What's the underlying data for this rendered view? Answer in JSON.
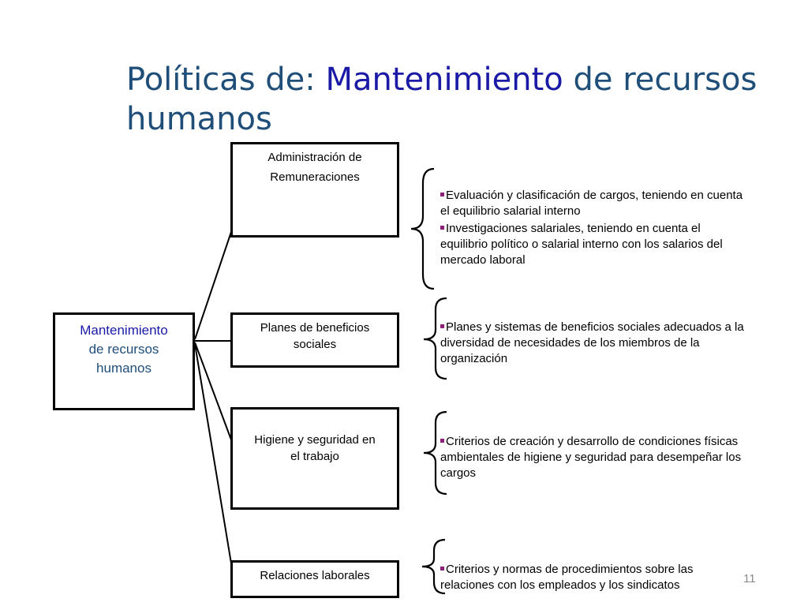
{
  "slide": {
    "title_part1": "Políticas de: ",
    "title_accent": "Mantenimiento",
    "title_part2": " de recursos humanos",
    "page_number": "11"
  },
  "diagram": {
    "root": {
      "line1": "Mantenimiento",
      "line2": "de recursos",
      "line3": "humanos"
    },
    "branches": [
      {
        "line1": "Administración de",
        "line2": "Remuneraciones",
        "bullets": [
          "Evaluación y clasificación de cargos, teniendo en cuenta el equilibrio salarial interno",
          "Investigaciones salariales, teniendo en cuenta el equilibrio político o salarial interno con los salarios del mercado laboral"
        ]
      },
      {
        "line1": "Planes de beneficios",
        "line2": "sociales",
        "bullets": [
          "Planes y sistemas de beneficios sociales adecuados a la diversidad de necesidades de los miembros de la organización"
        ]
      },
      {
        "line1": "Higiene y seguridad en",
        "line2": "el trabajo",
        "bullets": [
          "Criterios de creación y desarrollo de condiciones físicas ambientales de higiene y seguridad para desempeñar los cargos"
        ]
      },
      {
        "line1": "Relaciones laborales",
        "line2": "",
        "bullets": [
          "Criterios y normas de procedimientos sobre las relaciones con los empleados y los sindicatos"
        ]
      }
    ]
  },
  "colors": {
    "title": "#1f4e79",
    "accent": "#1a1aa6",
    "bullet_marker": "#8e1f7a"
  }
}
